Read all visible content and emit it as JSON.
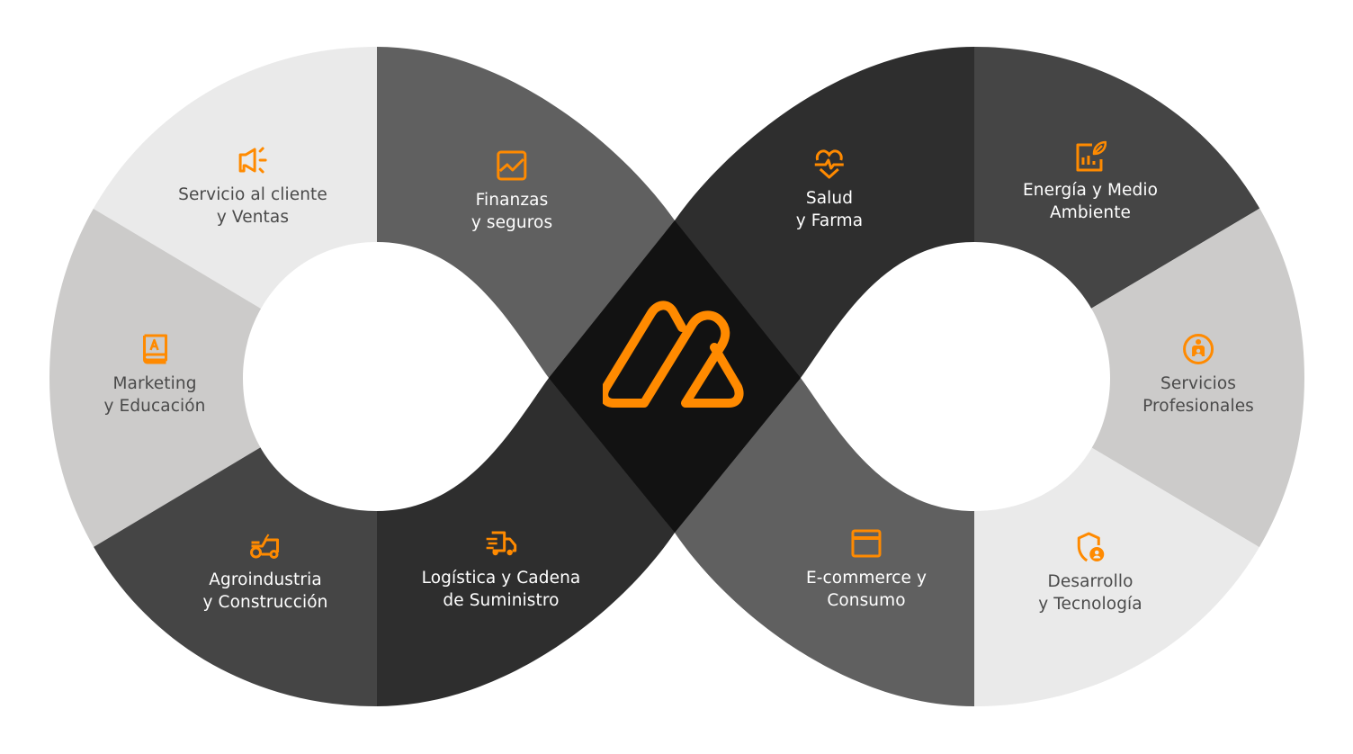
{
  "diagram": {
    "type": "infinity-loop",
    "center_logo": "brand-logo-m",
    "accent_color": "#FF8A00",
    "colors": {
      "center": "#121212",
      "very_light": "#EAEAEA",
      "light": "#CCCBCA",
      "mid": "#606060",
      "dark": "#454545",
      "darker": "#2E2E2E"
    },
    "segments": [
      {
        "id": "servicio",
        "icon": "megaphone-icon",
        "line1": "Servicio al cliente",
        "line2": "y Ventas",
        "color": "#EAEAEA"
      },
      {
        "id": "finanzas",
        "icon": "chart-line-icon",
        "line1": "Finanzas",
        "line2": "y seguros",
        "color": "#606060"
      },
      {
        "id": "salud",
        "icon": "heart-pulse-icon",
        "line1": "Salud",
        "line2": "y Farma",
        "color": "#2E2E2E"
      },
      {
        "id": "energia",
        "icon": "eco-chart-leaf-icon",
        "line1": "Energía y Medio",
        "line2": "Ambiente",
        "color": "#454545"
      },
      {
        "id": "marketing",
        "icon": "book-a-icon",
        "line1": "Marketing",
        "line2": "y Educación",
        "color": "#CCCBCA"
      },
      {
        "id": "servicios-prof",
        "icon": "person-circle-icon",
        "line1": "Servicios",
        "line2": "Profesionales",
        "color": "#CCCBCA"
      },
      {
        "id": "agro",
        "icon": "tractor-icon",
        "line1": "Agroindustria",
        "line2": "y Construcción",
        "color": "#454545"
      },
      {
        "id": "logistica",
        "icon": "delivery-truck-icon",
        "line1": "Logística y Cadena",
        "line2": "de Suministro",
        "color": "#2E2E2E"
      },
      {
        "id": "ecommerce",
        "icon": "credit-card-icon",
        "line1": "E-commerce y",
        "line2": "Consumo",
        "color": "#606060"
      },
      {
        "id": "desarrollo",
        "icon": "shield-user-icon",
        "line1": "Desarrollo",
        "line2": "y Tecnología",
        "color": "#EAEAEA"
      }
    ]
  }
}
